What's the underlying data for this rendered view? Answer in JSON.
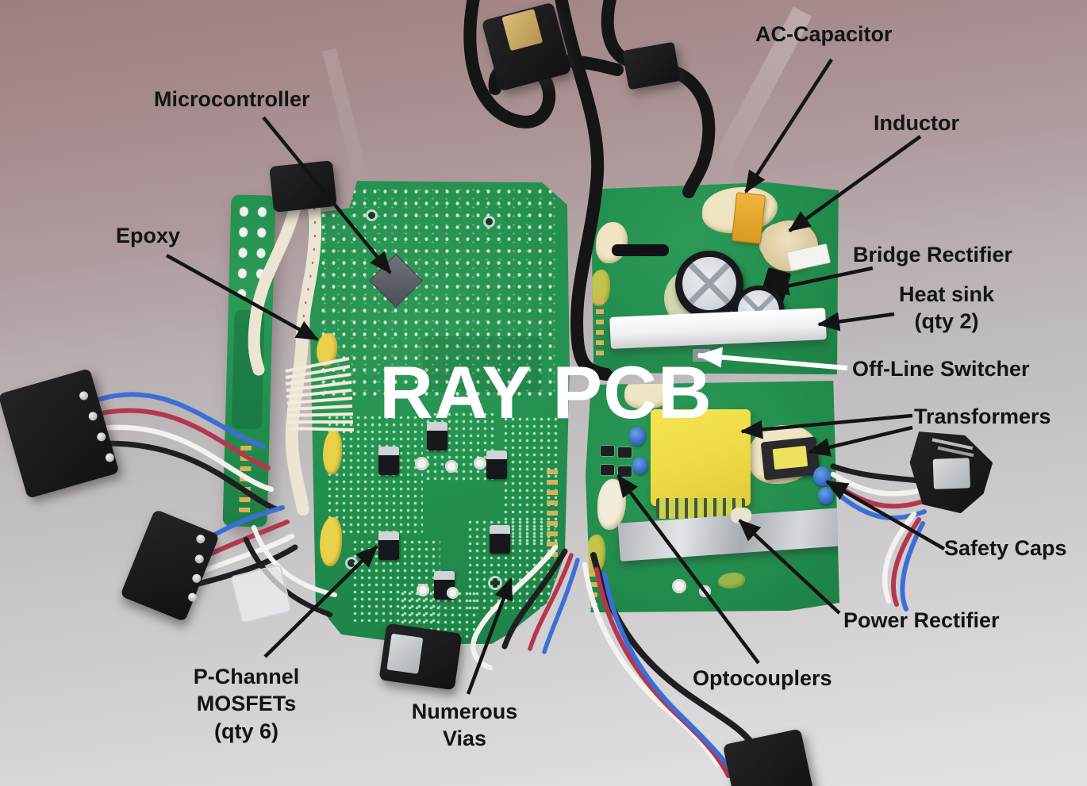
{
  "title": "Annotated teardown photo of power-supply printed circuit boards",
  "watermark": "RAY PCB",
  "annotations": {
    "ac_capacitor": {
      "text": "AC-Capacitor"
    },
    "inductor": {
      "text": "Inductor"
    },
    "bridge_rectifier": {
      "text": "Bridge Rectifier"
    },
    "heat_sink": {
      "text": "Heat sink\n(qty 2)"
    },
    "offline_switcher": {
      "text": "Off-Line Switcher"
    },
    "transformers": {
      "text": "Transformers"
    },
    "safety_caps": {
      "text": "Safety Caps"
    },
    "power_rectifier": {
      "text": "Power Rectifier"
    },
    "optocouplers": {
      "text": "Optocouplers"
    },
    "microcontroller": {
      "text": "Microcontroller"
    },
    "epoxy": {
      "text": "Epoxy"
    },
    "mosfets": {
      "text": "P-Channel\nMOSFETs\n(qty 6)"
    },
    "numerous_vias": {
      "text": "Numerous\nVias"
    }
  },
  "colors": {
    "pcb_green": "#23904e",
    "label_black": "#141414",
    "watermark_white": "#ffffff",
    "arrow_black": "#141414",
    "arrow_white": "#ffffff",
    "heatsink_white": "#f2f2f4",
    "heatsink_aluminum": "#c4c8cc",
    "transformer_yellow": "#eed945",
    "ac_capacitor_orange": "#e8a32c",
    "safety_cap_blue": "#3d6fd8",
    "wire_red": "#b5374d",
    "wire_blue": "#3a6fd8",
    "background_top": "#9d7f81",
    "background_bottom": "#e2e1e3"
  }
}
